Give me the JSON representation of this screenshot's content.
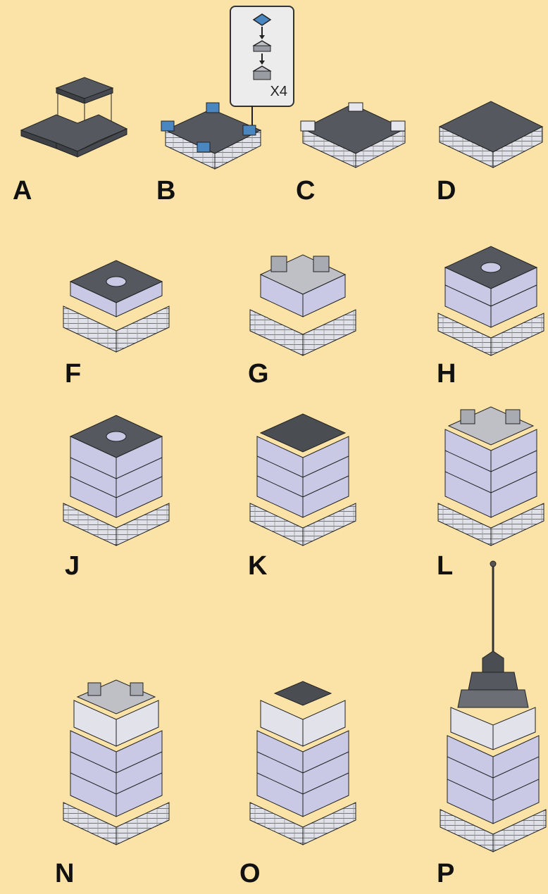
{
  "steps": [
    {
      "id": "A",
      "label": "A"
    },
    {
      "id": "B",
      "label": "B"
    },
    {
      "id": "C",
      "label": "C"
    },
    {
      "id": "D",
      "label": "D"
    },
    {
      "id": "F",
      "label": "F"
    },
    {
      "id": "G",
      "label": "G"
    },
    {
      "id": "H",
      "label": "H"
    },
    {
      "id": "J",
      "label": "J"
    },
    {
      "id": "K",
      "label": "K"
    },
    {
      "id": "L",
      "label": "L"
    },
    {
      "id": "N",
      "label": "N"
    },
    {
      "id": "O",
      "label": "O"
    },
    {
      "id": "P",
      "label": "P"
    }
  ],
  "callout": {
    "quantity": "X4"
  },
  "colors": {
    "background": "#fbe3a8",
    "dark": "#4a4d52",
    "light": "#dcdde6",
    "lavender": "#c9c9e6",
    "blue": "#4a86c0"
  }
}
